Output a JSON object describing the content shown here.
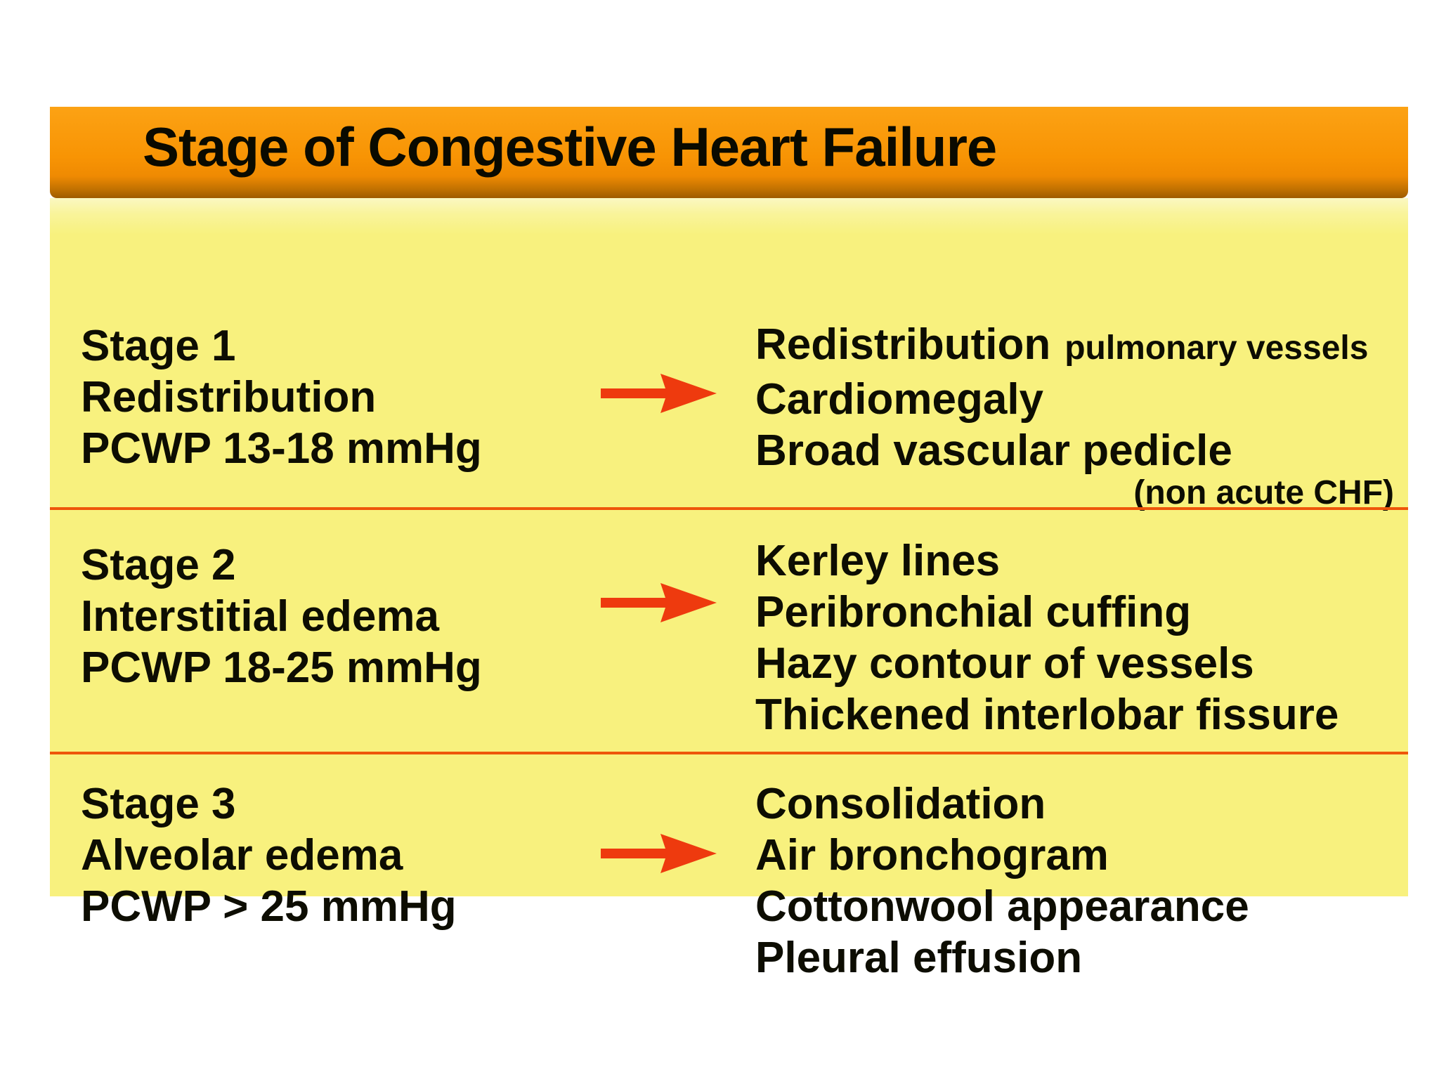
{
  "slide": {
    "title": "Stage of Congestive Heart Failure",
    "colors": {
      "header_orange": "#F89404",
      "header_orange_light": "#FCA214",
      "header_shadow": "#9E5C00",
      "panel_yellow": "#F8F17E",
      "panel_yellow_light": "#FBF8C2",
      "divider_orange": "#EE560A",
      "arrow_red": "#EE3A0E",
      "text_black": "#0D0D02",
      "background_white": "#FFFFFF"
    },
    "stages": [
      {
        "label": "Stage 1",
        "pathology": "Redistribution",
        "pcwp": "PCWP 13-18 mmHg",
        "findings_line1_main": "Redistribution",
        "findings_line1_note": "pulmonary vessels",
        "findings": [
          "Cardiomegaly",
          "Broad vascular pedicle"
        ],
        "footnote": "(non acute CHF)"
      },
      {
        "label": "Stage 2",
        "pathology": "Interstitial edema",
        "pcwp": "PCWP 18-25 mmHg",
        "findings": [
          "Kerley lines",
          "Peribronchial cuffing",
          "Hazy contour of vessels",
          "Thickened interlobar fissure"
        ]
      },
      {
        "label": "Stage 3",
        "pathology": "Alveolar edema",
        "pcwp": "PCWP > 25 mmHg",
        "findings": [
          "Consolidation",
          "Air bronchogram",
          "Cottonwool appearance",
          "Pleural effusion"
        ]
      }
    ]
  }
}
